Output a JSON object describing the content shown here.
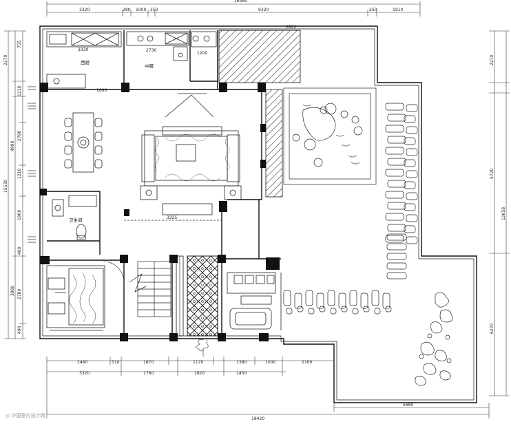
{
  "rooms": {
    "western_kitchen": "西厨",
    "chinese_kitchen": "中厨",
    "bathroom": "卫生间"
  },
  "dims_top": {
    "overall": "16380",
    "d1": "3320",
    "d2": "280",
    "d3": "1000",
    "d4": "250",
    "d5": "9320",
    "d6": "250",
    "d7": "1910"
  },
  "dims_inner": {
    "k1": "3330",
    "k2": "2730",
    "k3": "1200",
    "k4": "1600",
    "terrace": "6820",
    "stair": "3225"
  },
  "dims_left": {
    "overall": "15530",
    "l1": "2270",
    "l2": "755",
    "l3": "1210",
    "l4": "2790",
    "l5": "4990",
    "l6": "1210",
    "l7": "1960",
    "l8": "400",
    "l9": "2780",
    "l10": "3980",
    "l11": "490"
  },
  "dims_right": {
    "r1": "2270",
    "r2": "5720",
    "r3": "6270",
    "r4": "12658"
  },
  "dims_bottom": {
    "b1": "2460",
    "b2": "510",
    "b3": "1870",
    "b4": "1170",
    "b5": "1380",
    "b6": "1000",
    "b7": "2160",
    "c1": "3320",
    "c2": "1760",
    "c3": "1820",
    "c4": "1450",
    "garden": "5680",
    "overall": "18420"
  },
  "watermark": "◎ 中国室内设计网"
}
